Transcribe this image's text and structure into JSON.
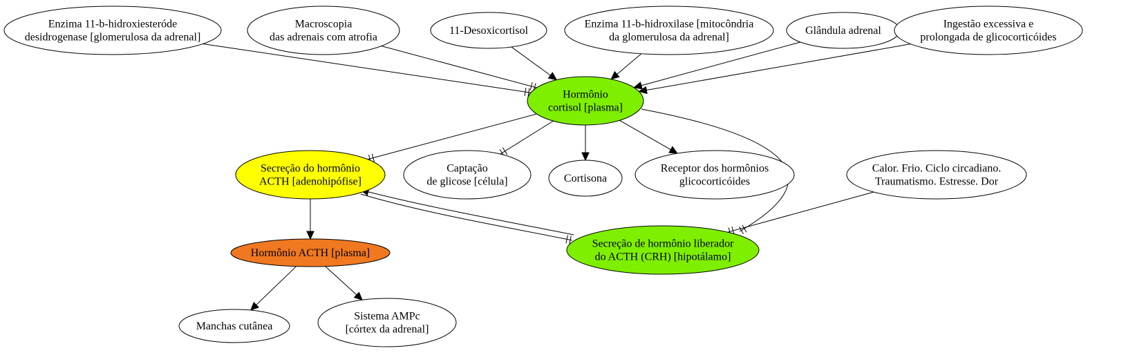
{
  "nodes": {
    "enzima_11b_hse": {
      "lines": [
        "Enzima 11-b-hidroxiesteróde",
        "desidrogenase [glomerulosa da adrenal]"
      ],
      "fill": "#ffffff"
    },
    "macroscopia": {
      "lines": [
        "Macroscopia",
        "das adrenais com atrofia"
      ],
      "fill": "#ffffff"
    },
    "desoxicortisol": {
      "lines": [
        "11-Desoxicortisol"
      ],
      "fill": "#ffffff"
    },
    "enzima_11b_hidroxilase": {
      "lines": [
        "Enzima 11-b-hidroxilase [mitocôndria",
        "da glomerulosa da adrenal]"
      ],
      "fill": "#ffffff"
    },
    "glandula_adrenal": {
      "lines": [
        "Glândula adrenal"
      ],
      "fill": "#ffffff"
    },
    "ingestao": {
      "lines": [
        "Ingestão excessiva e",
        "prolongada de glicocorticóides"
      ],
      "fill": "#ffffff"
    },
    "cortisol": {
      "lines": [
        "Hormônio",
        "cortisol [plasma]"
      ],
      "fill": "#7fef00"
    },
    "secrecao_acth": {
      "lines": [
        "Secreção do hormônio",
        "ACTH [adenohipófise]"
      ],
      "fill": "#ffff00"
    },
    "captacao": {
      "lines": [
        "Captação",
        "de glicose [célula]"
      ],
      "fill": "#ffffff"
    },
    "cortisona": {
      "lines": [
        "Cortisona"
      ],
      "fill": "#ffffff"
    },
    "receptor": {
      "lines": [
        "Receptor dos hormônios",
        "glicocorticóides"
      ],
      "fill": "#ffffff"
    },
    "calor": {
      "lines": [
        "Calor. Frio. Ciclo circadiano.",
        "Traumatismo. Estresse. Dor"
      ],
      "fill": "#ffffff"
    },
    "hormonio_acth": {
      "lines": [
        "Hormônio ACTH [plasma]"
      ],
      "fill": "#f07820"
    },
    "crh": {
      "lines": [
        "Secreção de hormônio liberador",
        "do ACTH (CRH) [hipotálamo]"
      ],
      "fill": "#7fef00"
    },
    "manchas": {
      "lines": [
        "Manchas cutânea"
      ],
      "fill": "#ffffff"
    },
    "ampc": {
      "lines": [
        "Sistema AMPc",
        "[córtex da adrenal]"
      ],
      "fill": "#ffffff"
    }
  },
  "edges": [
    {
      "from": "enzima_11b_hse",
      "to": "cortisol",
      "type": "inhibit"
    },
    {
      "from": "macroscopia",
      "to": "cortisol",
      "type": "inhibit"
    },
    {
      "from": "desoxicortisol",
      "to": "cortisol",
      "type": "activate"
    },
    {
      "from": "enzima_11b_hidroxilase",
      "to": "cortisol",
      "type": "activate"
    },
    {
      "from": "glandula_adrenal",
      "to": "cortisol",
      "type": "activate"
    },
    {
      "from": "ingestao",
      "to": "cortisol",
      "type": "activate"
    },
    {
      "from": "cortisol",
      "to": "secrecao_acth",
      "type": "inhibit"
    },
    {
      "from": "cortisol",
      "to": "captacao",
      "type": "inhibit"
    },
    {
      "from": "cortisol",
      "to": "cortisona",
      "type": "activate"
    },
    {
      "from": "cortisol",
      "to": "receptor",
      "type": "activate"
    },
    {
      "from": "cortisol",
      "to": "crh",
      "type": "inhibit"
    },
    {
      "from": "secrecao_acth",
      "to": "hormonio_acth",
      "type": "activate"
    },
    {
      "from": "secrecao_acth",
      "to": "crh",
      "type": "inhibit"
    },
    {
      "from": "crh",
      "to": "secrecao_acth",
      "type": "activate"
    },
    {
      "from": "calor",
      "to": "crh",
      "type": "inhibit"
    },
    {
      "from": "hormonio_acth",
      "to": "manchas",
      "type": "activate"
    },
    {
      "from": "hormonio_acth",
      "to": "ampc",
      "type": "activate"
    }
  ]
}
